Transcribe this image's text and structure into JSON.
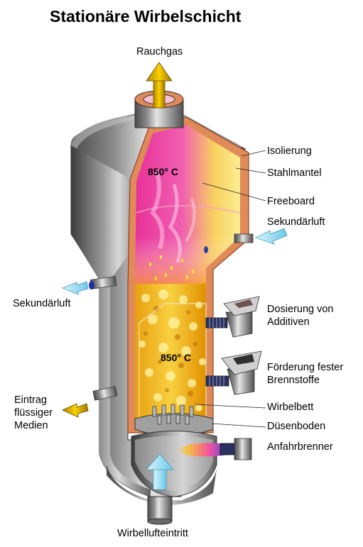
{
  "title": "Stationäre Wirbelschicht",
  "labels": {
    "rauchgas": "Rauchgas",
    "isolierung": "Isolierung",
    "stahlmantel": "Stahlmantel",
    "freeboard": "Freeboard",
    "sekundaerluft_right": "Sekundärluft",
    "sekundaerluft_left": "Sekundärluft",
    "dosierung_1": "Dosierung von",
    "dosierung_2": "Additiven",
    "foerderung_1": "Förderung fester",
    "foerderung_2": "Brennstoffe",
    "eintrag_1": "Eintrag",
    "eintrag_2": "flüssiger",
    "eintrag_3": "Medien",
    "wirbelbett": "Wirbelbett",
    "duesenboden": "Düsenboden",
    "anfahrbrenner": "Anfahrbrenner",
    "wirbellufteintritt": "Wirbellufteintritt"
  },
  "temperatures": {
    "upper": "850° C",
    "lower": "850° C"
  },
  "colors": {
    "steel": "#9a9a9a",
    "insulation": "#e08a5a",
    "freeboard_hot": "#f050a0",
    "freeboard_warm": "#f8e070",
    "bed": "#f0b020",
    "arrow_exhaust": "#e8b800",
    "arrow_air": "#8fdcf0"
  }
}
